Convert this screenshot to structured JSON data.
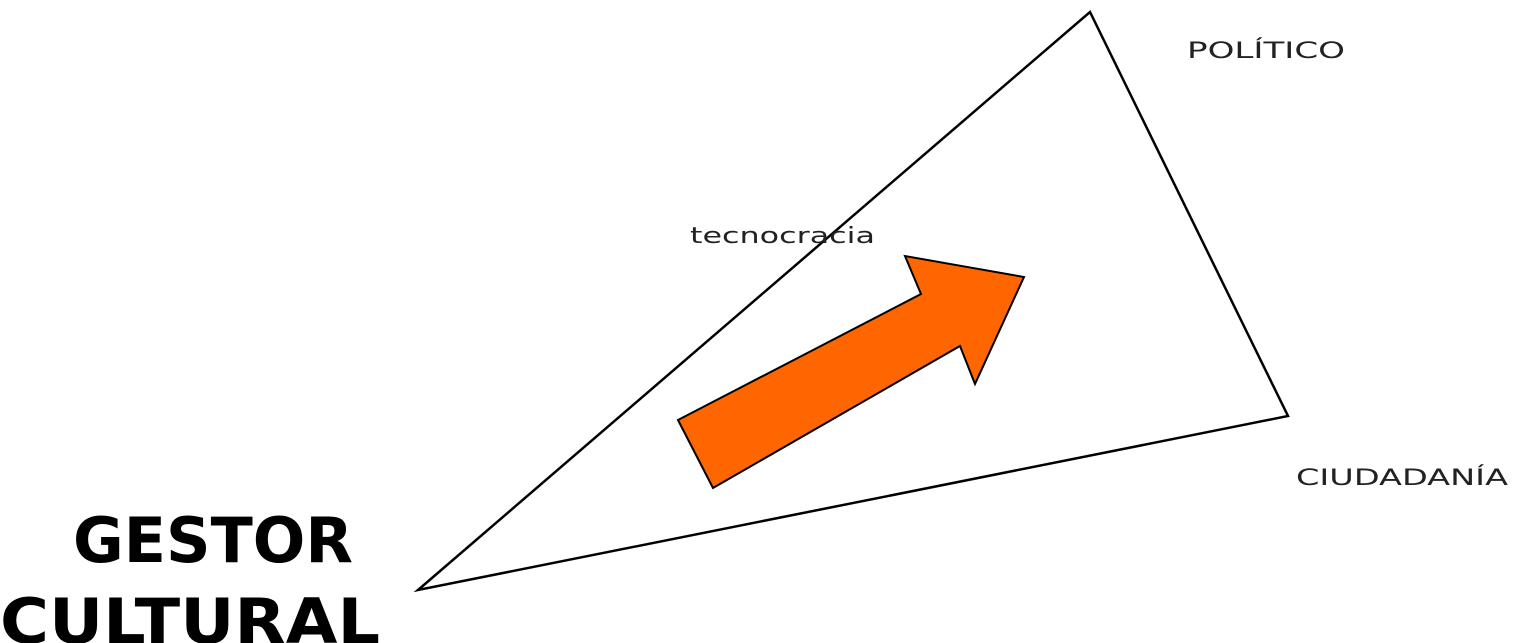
{
  "labels": {
    "top": "POLÍTICO",
    "middle": "tecnocracia",
    "right": "CIUDADANÍA",
    "main_line1": "GESTOR",
    "main_line2": "CULTURAL"
  },
  "colors": {
    "arrow_fill": "#ff6600",
    "outline": "#000000",
    "background": "#ffffff"
  }
}
